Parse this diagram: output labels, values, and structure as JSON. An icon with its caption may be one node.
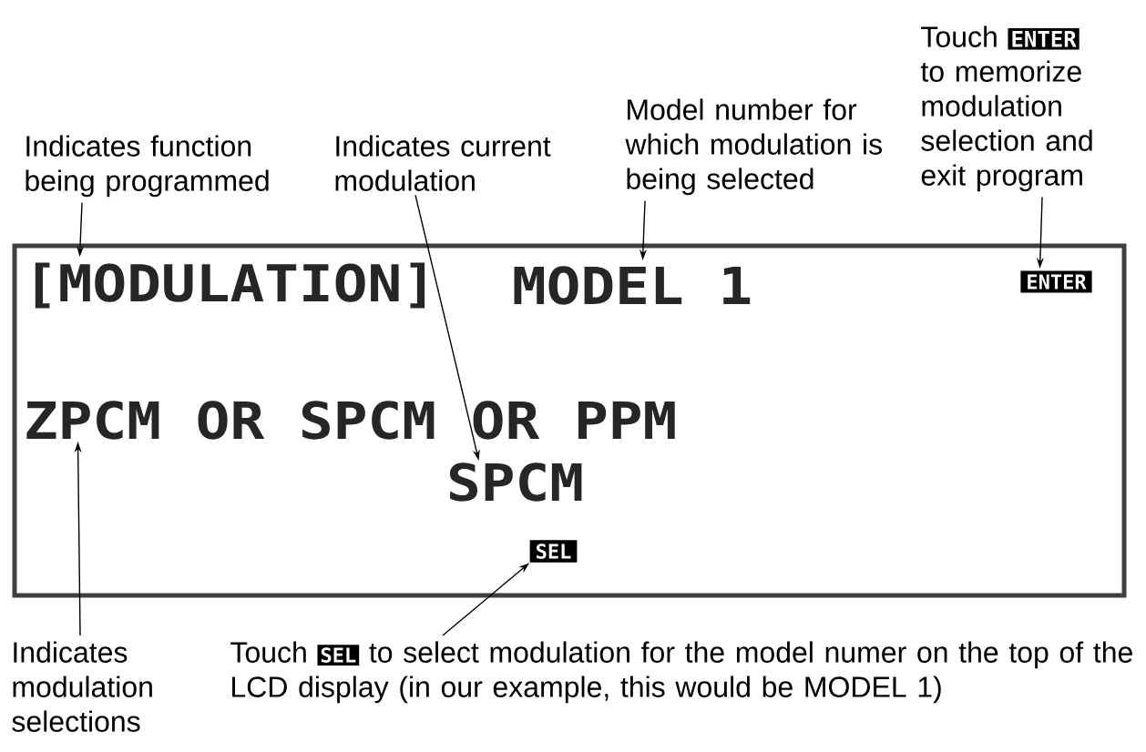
{
  "diagram": {
    "nodes": [
      {
        "text": [],
        "shape": "box"
      },
      {
        "text": [
          "[MODULATION]"
        ],
        "in": 0
      },
      {
        "text": [
          "MODEL 1"
        ],
        "in": 0
      },
      {
        "text": [
          "ENTER"
        ],
        "in": 0
      },
      {
        "text": [
          "ZPCM OR SPCM OR PPM"
        ],
        "in": 0
      },
      {
        "text": [
          "SPCM"
        ],
        "in": 0
      },
      {
        "text": [
          "SEL"
        ],
        "in": 0
      },
      {
        "text": [
          "Indicates function being programmed"
        ]
      },
      {
        "text": [
          "Indicates current modulation"
        ]
      },
      {
        "text": [
          "Model number for which modulation is being selected"
        ]
      },
      {
        "text": [
          "Touch",
          "ENTER",
          "to memorize modulation selection and exit program"
        ]
      },
      {
        "text": [
          "Indicates modulation selections"
        ]
      },
      {
        "text": [
          "Touch",
          "SEL",
          "to select modulation for the model numer on the top of the LCD display (in our example, this would be MODEL 1)"
        ]
      }
    ],
    "edges": [
      {
        "from": 7,
        "to": 1,
        "arrow": "to"
      },
      {
        "from": 8,
        "to": 5,
        "arrow": "to"
      },
      {
        "from": 9,
        "to": 2,
        "arrow": "to"
      },
      {
        "from": 10,
        "to": 3,
        "arrow": "to"
      },
      {
        "from": 11,
        "to": 4,
        "arrow": "to"
      },
      {
        "from": 12,
        "to": 6,
        "arrow": "to"
      }
    ]
  }
}
